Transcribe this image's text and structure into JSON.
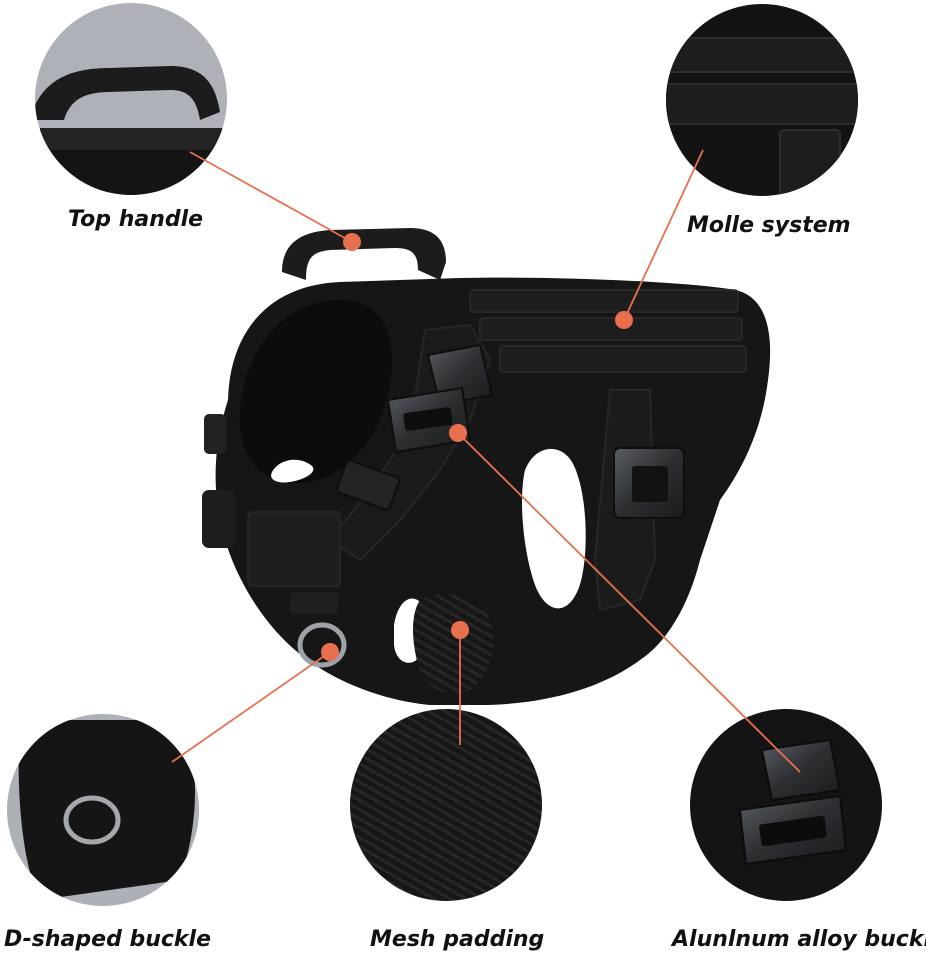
{
  "labels": {
    "top_handle": "Top handle",
    "molle_system": "Molle system",
    "d_shaped_buckle": "D-shaped buckle",
    "mesh_padding": "Mesh padding",
    "aluminum_alloy_buckle": "Alunlnum alloy buckle"
  },
  "colors": {
    "accent": "#e8704f",
    "harness": "#151515",
    "detail_bg": "#a9adb3",
    "caption": "#111111"
  }
}
